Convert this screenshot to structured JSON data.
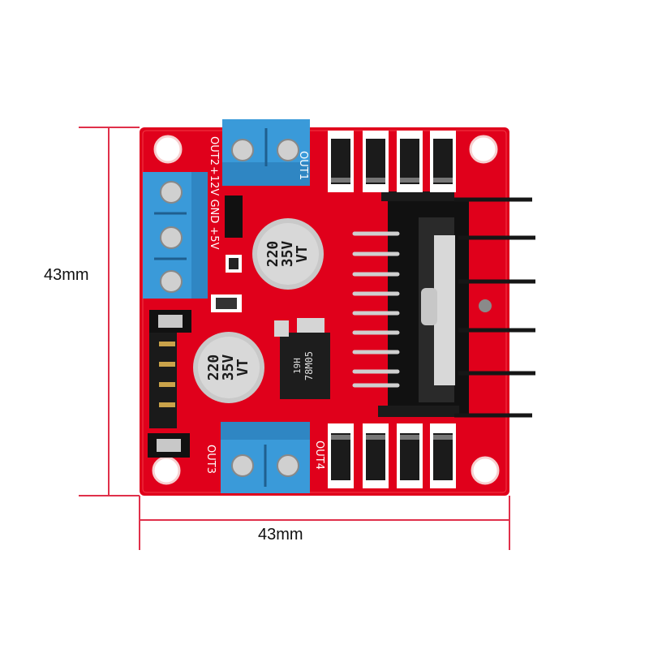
{
  "dimensions": {
    "height_label": "43mm",
    "width_label": "43mm"
  },
  "silkscreen": {
    "out1": "OUT1",
    "out2": "OUT2",
    "out3": "OUT3",
    "out4": "OUT4",
    "power_labels": "+12V GND +5V"
  },
  "capacitors": [
    {
      "value": "220",
      "voltage": "35V",
      "series": "VT"
    },
    {
      "value": "220",
      "voltage": "35V",
      "series": "VT"
    }
  ],
  "regulator": {
    "code": "19H",
    "model": "78M05"
  },
  "colors": {
    "pcb": "#e0001b",
    "terminal": "#3a9ad9",
    "dimension_line": "#e0304a"
  }
}
